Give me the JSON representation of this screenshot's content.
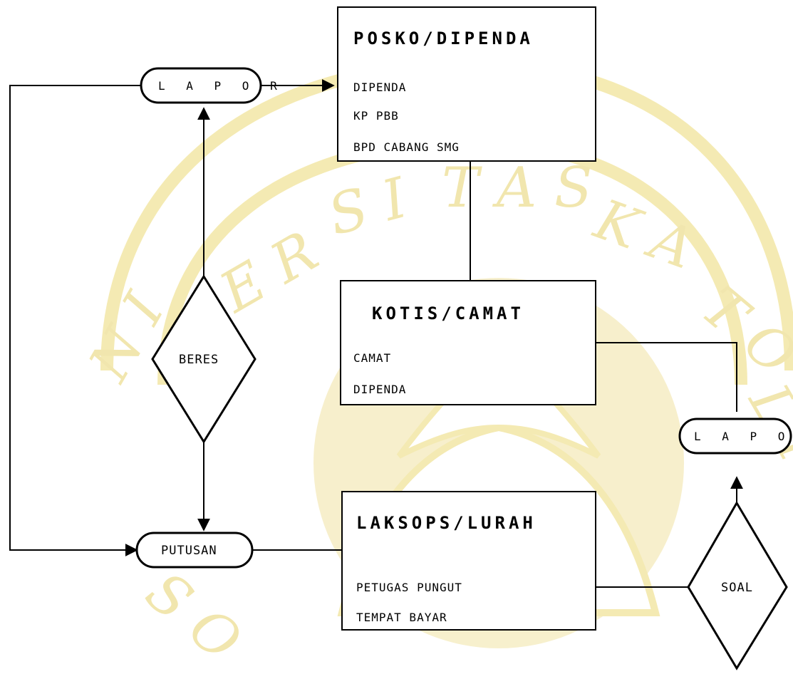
{
  "posko": {
    "title": "POSKO/DIPENDA",
    "items": [
      "DIPENDA",
      "KP PBB",
      "BPD CABANG SMG"
    ]
  },
  "kotis": {
    "title": "KOTIS/CAMAT",
    "items": [
      "CAMAT",
      "DIPENDA"
    ]
  },
  "laksops": {
    "title": "LAKSOPS/LURAH",
    "items": [
      "PETUGAS PUNGUT",
      "TEMPAT BAYAR"
    ]
  },
  "lapor_left": "L A P O R",
  "lapor_right": "L A P O R",
  "beres": "BERES",
  "putusan": "PUTUSAN",
  "soal": "SOAL",
  "watermark": {
    "text": "UNIVERSITAS KATOLIK SOEGIJAPRANATA",
    "color": "#f3e7a6",
    "icon": "university-seal-icon"
  }
}
